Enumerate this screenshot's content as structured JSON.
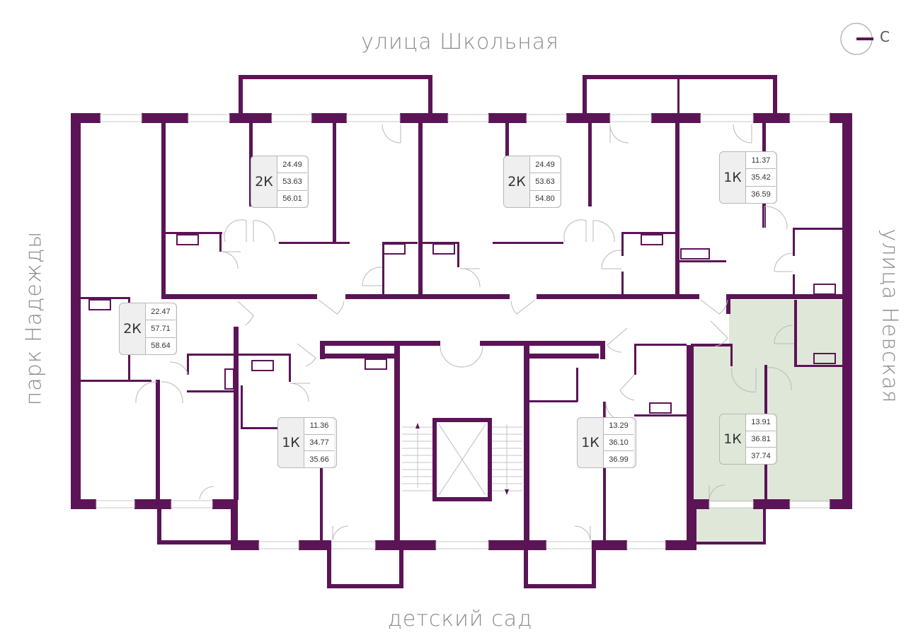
{
  "streets": {
    "top": "улица Школьная",
    "bottom": "детский сад",
    "left": "парк Надежды",
    "right": "улица Невская"
  },
  "compass": {
    "letter": "С"
  },
  "colors": {
    "wall": "#5b1456",
    "highlight": "#dfe7d8",
    "tag_bg": "#efefef"
  },
  "apartments": [
    {
      "rooms": "2К",
      "areas": [
        "24.49",
        "53.63",
        "56.01"
      ]
    },
    {
      "rooms": "2К",
      "areas": [
        "24.49",
        "53.63",
        "54.80"
      ]
    },
    {
      "rooms": "1К",
      "areas": [
        "11.37",
        "35.42",
        "36.59"
      ]
    },
    {
      "rooms": "2К",
      "areas": [
        "22.47",
        "57.71",
        "58.64"
      ]
    },
    {
      "rooms": "1К",
      "areas": [
        "11.36",
        "34.77",
        "35.66"
      ]
    },
    {
      "rooms": "1К",
      "areas": [
        "13.29",
        "36.10",
        "36.99"
      ]
    },
    {
      "rooms": "1К",
      "areas": [
        "13.91",
        "36.81",
        "37.74"
      ],
      "highlighted": true
    }
  ]
}
